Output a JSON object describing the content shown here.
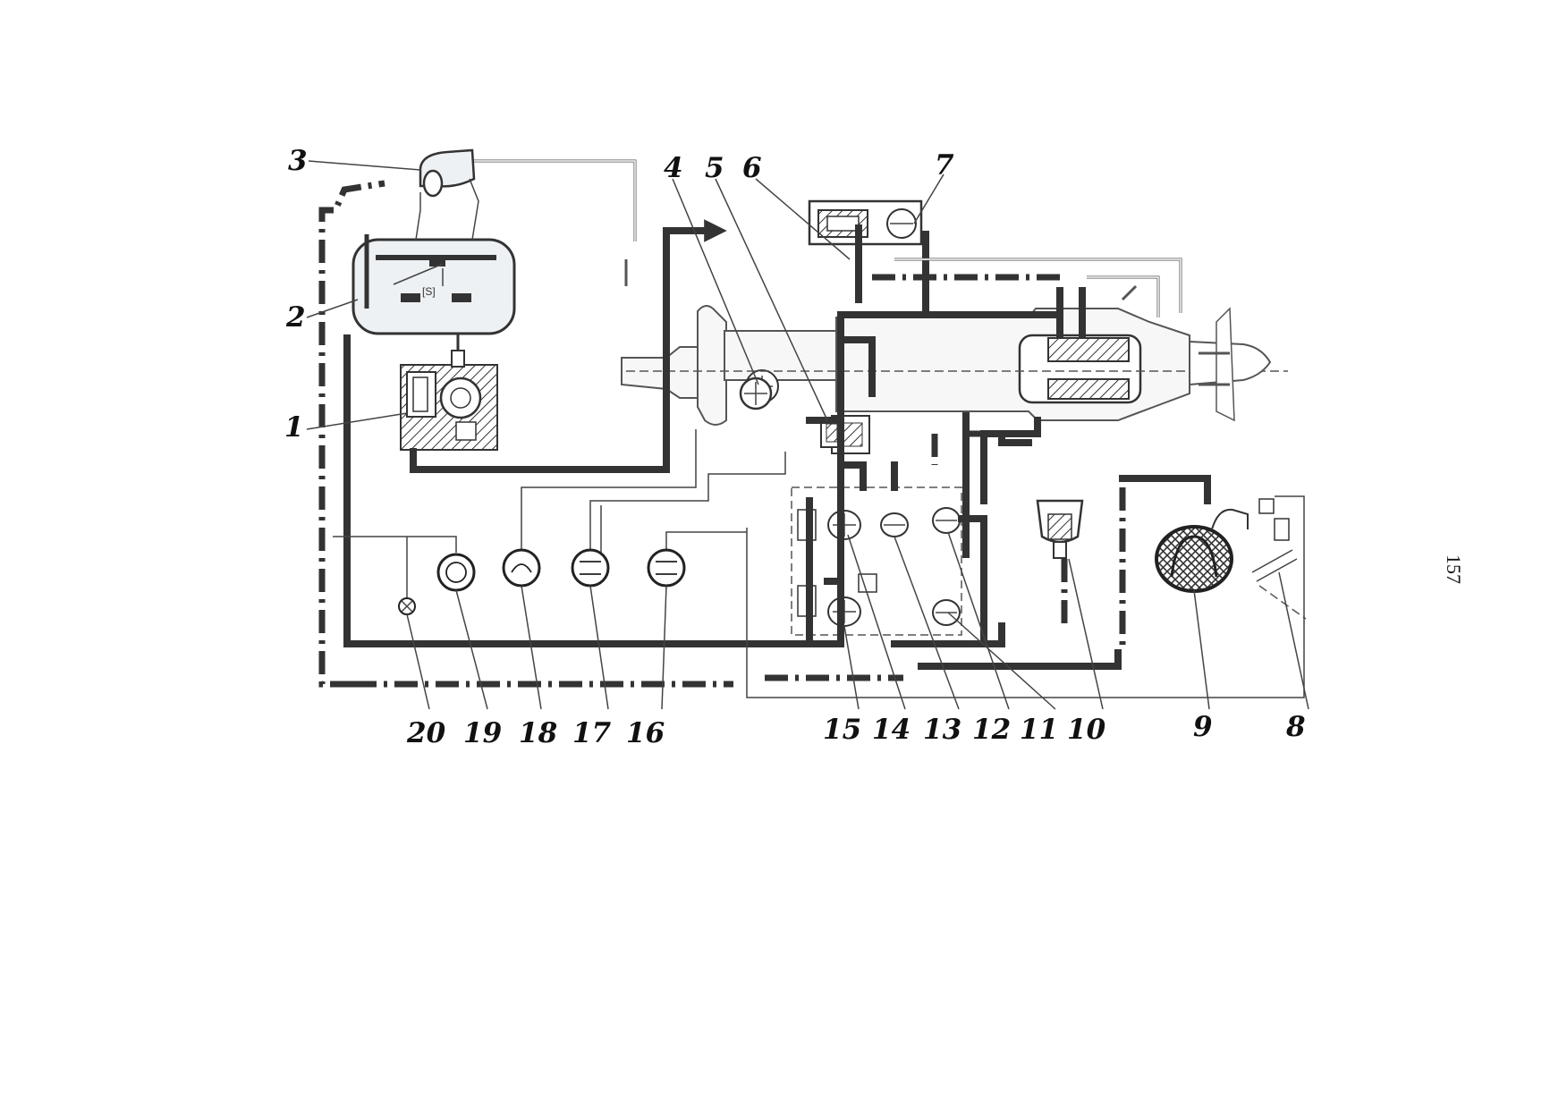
{
  "page_number": "157",
  "callouts": [
    {
      "id": "1",
      "label": "1"
    },
    {
      "id": "2",
      "label": "2"
    },
    {
      "id": "3",
      "label": "3"
    },
    {
      "id": "4",
      "label": "4"
    },
    {
      "id": "5",
      "label": "5"
    },
    {
      "id": "6",
      "label": "6"
    },
    {
      "id": "7",
      "label": "7"
    },
    {
      "id": "8",
      "label": "8"
    },
    {
      "id": "9",
      "label": "9"
    },
    {
      "id": "10",
      "label": "10"
    },
    {
      "id": "11",
      "label": "11"
    },
    {
      "id": "12",
      "label": "12"
    },
    {
      "id": "13",
      "label": "13"
    },
    {
      "id": "14",
      "label": "14"
    },
    {
      "id": "15",
      "label": "15"
    },
    {
      "id": "16",
      "label": "16"
    },
    {
      "id": "17",
      "label": "17"
    },
    {
      "id": "18",
      "label": "18"
    },
    {
      "id": "19",
      "label": "19"
    },
    {
      "id": "20",
      "label": "20"
    }
  ],
  "colors": {
    "ink": "#333333",
    "paper": "#ffffff",
    "tint": "#eef1f4"
  }
}
